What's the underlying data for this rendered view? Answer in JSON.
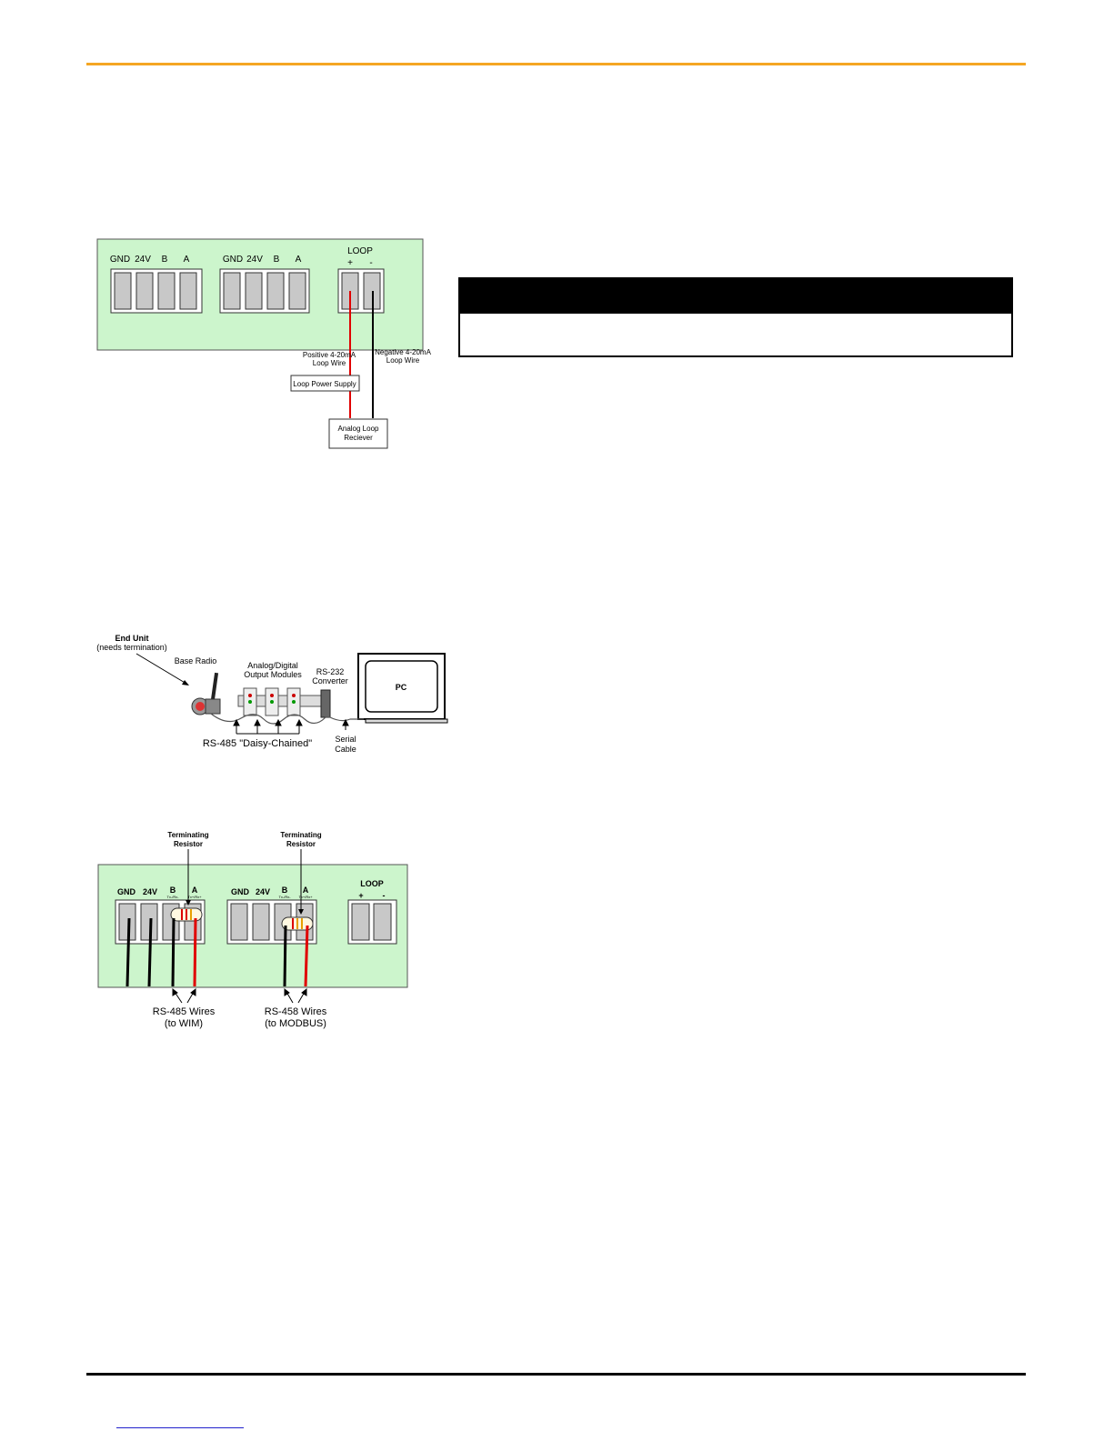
{
  "colors": {
    "accent_rule": "#f5a623",
    "board": "#ccf5cc",
    "positive_wire": "#e00000",
    "negative_wire": "#000000"
  },
  "figure1": {
    "block1": [
      "GND",
      "24V",
      "B",
      "A"
    ],
    "block2": [
      "GND",
      "24V",
      "B",
      "A"
    ],
    "loop_label": "LOOP",
    "plus": "+",
    "minus": "-",
    "positive_wire_label": [
      "Positive 4-20mA",
      "Loop Wire"
    ],
    "negative_wire_label": [
      "Negative 4-20mA",
      "Loop Wire"
    ],
    "power_supply": "Loop Power Supply",
    "receiver": [
      "Analog Loop",
      "Reciever"
    ]
  },
  "figure2": {
    "end_unit": [
      "End Unit",
      "(needs termination)"
    ],
    "base_radio": "Base Radio",
    "modules": [
      "Analog/Digital",
      "Output Modules"
    ],
    "converter": [
      "RS-232",
      "Converter"
    ],
    "pc": "PC",
    "serial_cable": [
      "Serial",
      "Cable"
    ],
    "daisy_chain": "RS-485 \"Daisy-Chained\""
  },
  "figure3": {
    "resistor_label_1": [
      "Terminating",
      "Resistor"
    ],
    "resistor_label_2": [
      "Terminating",
      "Resistor"
    ],
    "block1": [
      "GND",
      "24V",
      "B",
      "A"
    ],
    "block2": [
      "GND",
      "24V",
      "B",
      "A"
    ],
    "sub_b": "Tx-/Rx-",
    "sub_a": "Tx+/Rx+",
    "loop_label": "LOOP",
    "plus": "+",
    "minus": "-",
    "wires_wim": [
      "RS-485 Wires",
      "(to WIM)"
    ],
    "wires_modbus": [
      "RS-458 Wires",
      "(to MODBUS)"
    ]
  }
}
